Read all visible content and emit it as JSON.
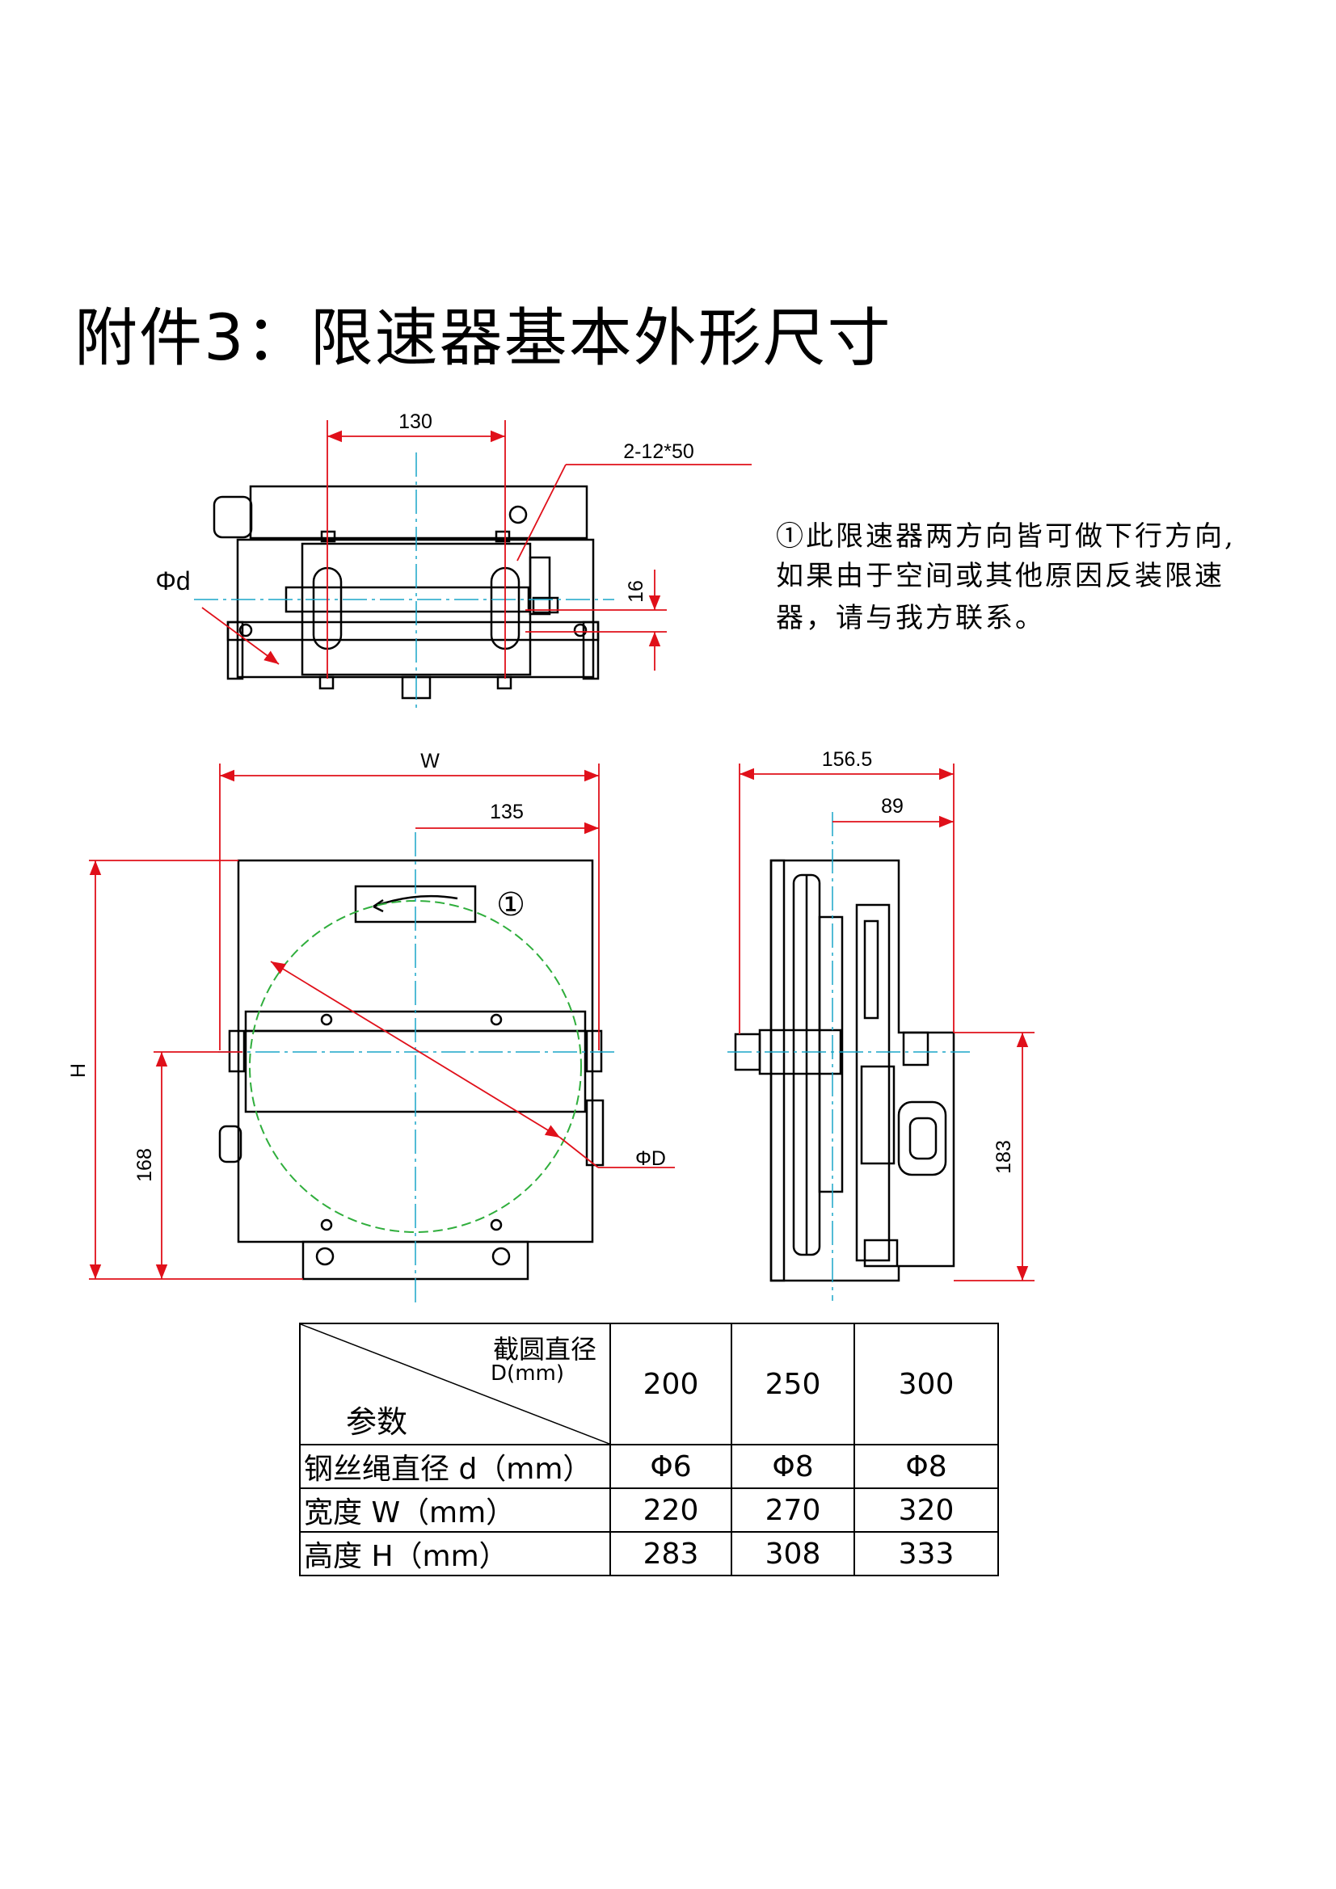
{
  "title": "附件3：限速器基本外形尺寸",
  "note": {
    "lines": [
      "①此限速器两方向皆可做下行方向,",
      "如果由于空间或其他原因反装限速",
      "器，请与我方联系。"
    ]
  },
  "top_view": {
    "dim_130": "130",
    "hole_spec": "2-12*50",
    "rope_dia": "Φd",
    "dim_16": "16"
  },
  "front_view": {
    "dim_W": "W",
    "dim_135": "135",
    "dim_H": "H",
    "dim_168": "168",
    "sheave_dia": "ΦD",
    "marker": "①"
  },
  "side_view": {
    "dim_156_5": "156.5",
    "dim_89": "89",
    "dim_183": "183"
  },
  "table": {
    "header_top": "截圆直径",
    "header_unit": "D(mm)",
    "header_bottom": "参数",
    "columns": [
      "200",
      "250",
      "300"
    ],
    "rows": [
      {
        "label": "钢丝绳直径 d（mm）",
        "values": [
          "Φ6",
          "Φ8",
          "Φ8"
        ]
      },
      {
        "label": "宽度 W（mm）",
        "values": [
          "220",
          "270",
          "320"
        ]
      },
      {
        "label": "高度 H（mm）",
        "values": [
          "283",
          "308",
          "333"
        ]
      }
    ]
  },
  "colors": {
    "dimension": "#e0101a",
    "centerline": "#1aa6c8",
    "circle": "#2fae3c",
    "outline": "#000000"
  }
}
